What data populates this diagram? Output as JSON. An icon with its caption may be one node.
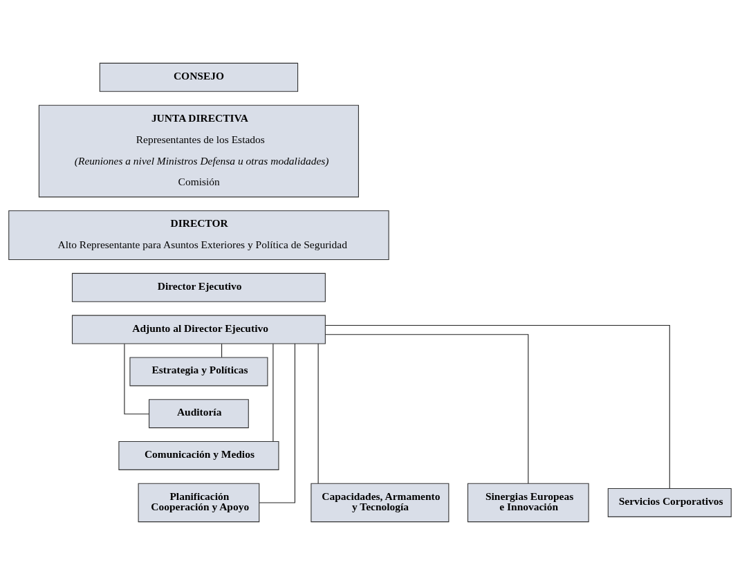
{
  "diagram": {
    "nodes": [
      {
        "text": [
          "CONSEJO"
        ]
      },
      {
        "text": [
          "JUNTA DIRECTIVA",
          "Representantes de los Estados",
          "(Reuniones a nivel Ministros Defensa u otras modalidades)",
          "Comisión"
        ]
      },
      {
        "text": [
          "DIRECTOR",
          "Alto Representante para Asuntos Exteriores y Política de Seguridad"
        ]
      },
      {
        "text": [
          "Director Ejecutivo"
        ]
      },
      {
        "text": [
          "Adjunto al Director Ejecutivo"
        ]
      },
      {
        "text": [
          "Estrategia y Políticas"
        ]
      },
      {
        "text": [
          "Auditoría"
        ]
      },
      {
        "text": [
          "Comunicación y Medios"
        ]
      },
      {
        "text": [
          "Planificación Cooperación y Apoyo"
        ]
      },
      {
        "text": [
          "Capacidades, Armamento y Tecnología"
        ]
      },
      {
        "text": [
          "Sinergias Europeas e Innovación"
        ]
      },
      {
        "text": [
          "Servicios Corporativos"
        ]
      }
    ],
    "edges": [
      {
        "from": 4,
        "to": 5,
        "arrow": "none"
      },
      {
        "from": 4,
        "to": 6,
        "arrow": "none"
      },
      {
        "from": 4,
        "to": 7,
        "arrow": "none"
      },
      {
        "from": 4,
        "to": 8,
        "arrow": "none"
      },
      {
        "from": 4,
        "to": 9,
        "arrow": "none"
      },
      {
        "from": 4,
        "to": 10,
        "arrow": "none"
      },
      {
        "from": 4,
        "to": 11,
        "arrow": "none"
      }
    ]
  }
}
